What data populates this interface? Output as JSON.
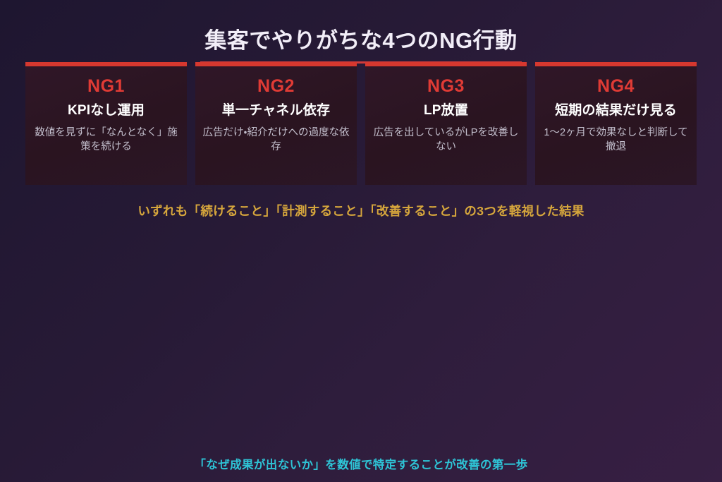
{
  "slide": {
    "title": "集客でやりがちな4つのNG行動",
    "accent_red": "#d6382f",
    "accent_badge_red": "#e03b35",
    "accent_gold": "#d7a73c",
    "accent_cyan": "#2ec4d6",
    "background_from": "#1e1630",
    "background_to": "#371f43"
  },
  "cards": [
    {
      "badge": "NG1",
      "title": "KPIなし運用",
      "desc": "数値を見ずに「なんとなく」施策を続ける"
    },
    {
      "badge": "NG2",
      "title": "単一チャネル依存",
      "desc": "広告だけ・紹介だけへの過度な依存"
    },
    {
      "badge": "NG3",
      "title": "LP放置",
      "desc": "広告を出しているがLPを改善しない"
    },
    {
      "badge": "NG4",
      "title": "短期の結果だけ見る",
      "desc": "1〜2ヶ月で効果なしと判断して撤退"
    }
  ],
  "summary": "いずれも「続けること」「計測すること」「改善すること」の3つを軽視した結果",
  "footer": "「なぜ成果が出ないか」を数値で特定することが改善の第一歩"
}
